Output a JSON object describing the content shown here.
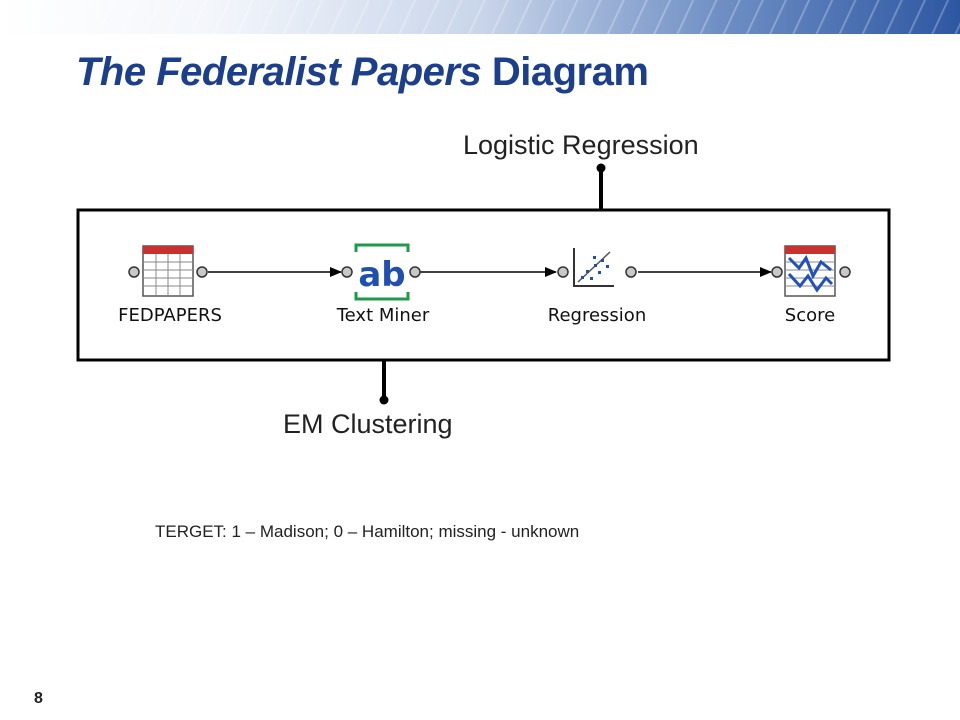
{
  "slide": {
    "title_italic": "The Federalist Papers",
    "title_rest": "Diagram",
    "page_number": "8",
    "note": "TERGET: 1 – Madison; 0 – Hamilton; missing - unknown"
  },
  "callouts": {
    "logistic_regression": "Logistic Regression",
    "em_clustering": "EM Clustering"
  },
  "flow": {
    "nodes": [
      {
        "label": "FEDPAPERS",
        "icon": "data-table-icon"
      },
      {
        "label": "Text Miner",
        "icon": "text-miner-ab-icon"
      },
      {
        "label": "Regression",
        "icon": "regression-scatter-icon"
      },
      {
        "label": "Score",
        "icon": "score-table-icon"
      }
    ]
  },
  "colors": {
    "title": "#1b3f8c",
    "text_miner_green": "#1f9a4a",
    "text_miner_blue": "#1f4fb0",
    "table_header_red": "#c8312f",
    "score_blue": "#2050c0"
  }
}
